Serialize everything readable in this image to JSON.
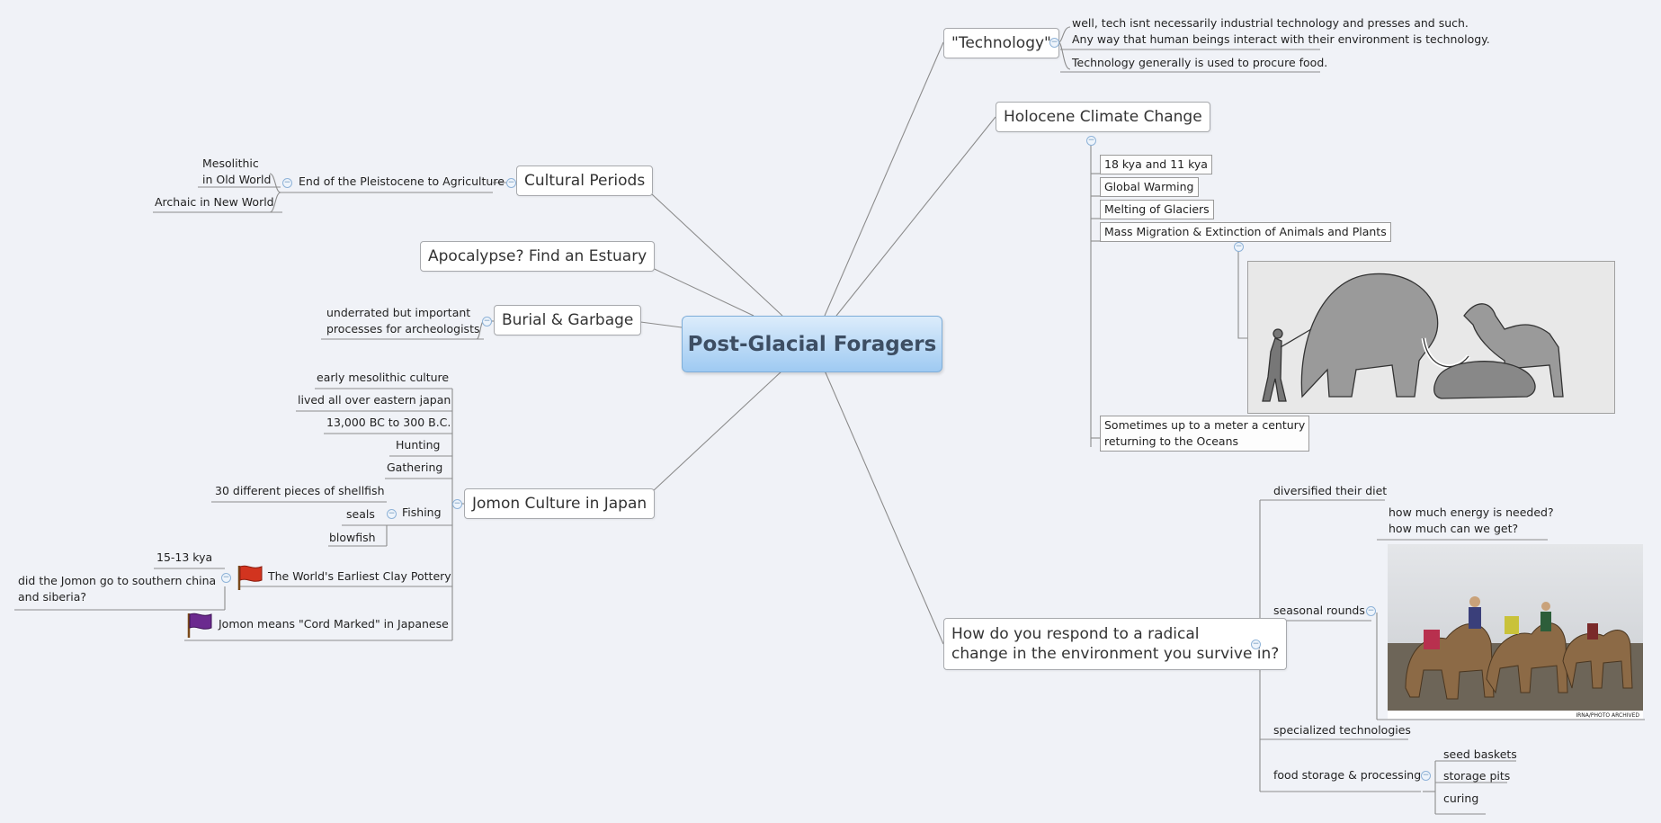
{
  "map": {
    "central": "Post-Glacial Foragers",
    "topics": {
      "technology": {
        "label": "\"Technology\"",
        "notes": [
          "well, tech isnt necessarily industrial technology and presses and such.",
          "Any way that human beings interact with their environment is technology."
        ],
        "note2": "Technology generally is used to procure food."
      },
      "holocene": {
        "label": "Holocene Climate Change",
        "items": [
          "18 kya and 11 kya",
          "Global Warming",
          "Melting of Glaciers",
          "Mass Migration & Extinction of Animals and Plants"
        ],
        "last": [
          "Sometimes up to a meter a century",
          "returning to the Oceans"
        ]
      },
      "cultural": {
        "label": "Cultural Periods",
        "child": "End of the Pleistocene to Agriculture",
        "leaf1": [
          "Mesolithic",
          "in Old World"
        ],
        "leaf2": "Archaic in New World"
      },
      "apocalypse": {
        "label": "Apocalypse? Find an Estuary"
      },
      "burial": {
        "label": "Burial & Garbage",
        "note": [
          "underrated but important",
          "processes for archeologists"
        ]
      },
      "jomon": {
        "label": "Jomon Culture in Japan",
        "items": [
          "early mesolithic culture",
          "lived all over eastern japan",
          "13,000 BC to 300 B.C.",
          "Hunting",
          "Gathering"
        ],
        "fishing": "Fishing",
        "fishing_items": [
          "30 different pieces of shellfish",
          "seals",
          "blowfish"
        ],
        "pottery": "The World's Earliest Clay Pottery",
        "pottery_items": [
          "15-13 kya"
        ],
        "pottery_q": [
          "did the Jomon go to southern china",
          "and siberia?"
        ],
        "cord": "Jomon means \"Cord Marked\" in Japanese"
      },
      "respond": {
        "label": [
          "How do you respond to a radical",
          "change in the environment you survive in?"
        ],
        "diet": "diversified their diet",
        "rounds": "seasonal rounds",
        "rounds_q": [
          "how much energy is needed?",
          "how much can we get?"
        ],
        "photo_credit": "IRNA/PHOTO ARCHIVED",
        "spec": "specialized technologies",
        "storage": "food storage & processing",
        "storage_items": [
          "seed baskets",
          "storage pits",
          "curing"
        ]
      }
    }
  },
  "colors": {
    "line": "#8c8c8c",
    "central_border": "#7eaed9",
    "flag_red": "#d2341f",
    "flag_purple": "#6b2a8f"
  },
  "icons": [
    "collapse-icon",
    "red-flag-icon",
    "purple-flag-icon"
  ]
}
